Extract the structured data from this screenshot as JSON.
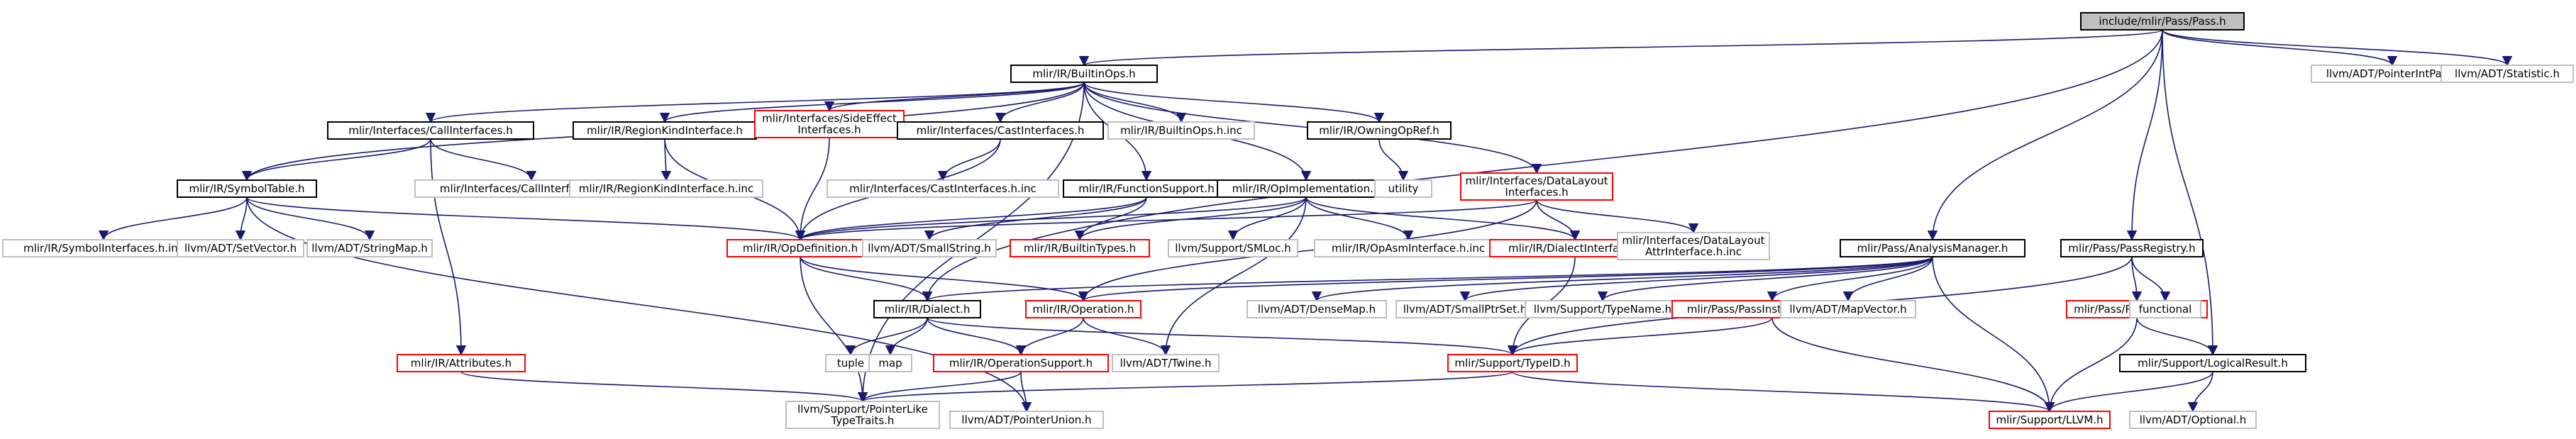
{
  "nodes": [
    {
      "id": "pass_h",
      "lines": [
        "include/mlir/Pass/Pass.h"
      ],
      "kind": "root"
    },
    {
      "id": "builtinops",
      "lines": [
        "mlir/IR/BuiltinOps.h"
      ],
      "kind": "doc"
    },
    {
      "id": "ptrintpair",
      "lines": [
        "llvm/ADT/PointerIntPair.h"
      ],
      "kind": "ext"
    },
    {
      "id": "statistic",
      "lines": [
        "llvm/ADT/Statistic.h"
      ],
      "kind": "ext"
    },
    {
      "id": "callinterfaces",
      "lines": [
        "mlir/Interfaces/CallInterfaces.h"
      ],
      "kind": "doc"
    },
    {
      "id": "regionkind",
      "lines": [
        "mlir/IR/RegionKindInterface.h"
      ],
      "kind": "doc"
    },
    {
      "id": "sideeffect",
      "lines": [
        "mlir/Interfaces/SideEffect",
        "Interfaces.h"
      ],
      "kind": "trunc"
    },
    {
      "id": "castinterfaces",
      "lines": [
        "mlir/Interfaces/CastInterfaces.h"
      ],
      "kind": "doc"
    },
    {
      "id": "builtinops_inc",
      "lines": [
        "mlir/IR/BuiltinOps.h.inc"
      ],
      "kind": "ext"
    },
    {
      "id": "owningopref",
      "lines": [
        "mlir/IR/OwningOpRef.h"
      ],
      "kind": "doc"
    },
    {
      "id": "symboltable",
      "lines": [
        "mlir/IR/SymbolTable.h"
      ],
      "kind": "doc"
    },
    {
      "id": "callinterfaces_inc",
      "lines": [
        "mlir/Interfaces/CallInterfaces.h.inc"
      ],
      "kind": "ext"
    },
    {
      "id": "regionkind_inc",
      "lines": [
        "mlir/IR/RegionKindInterface.h.inc"
      ],
      "kind": "ext"
    },
    {
      "id": "castinterfaces_inc",
      "lines": [
        "mlir/Interfaces/CastInterfaces.h.inc"
      ],
      "kind": "ext"
    },
    {
      "id": "functionsupport",
      "lines": [
        "mlir/IR/FunctionSupport.h"
      ],
      "kind": "doc"
    },
    {
      "id": "opimplementation",
      "lines": [
        "mlir/IR/OpImplementation.h"
      ],
      "kind": "doc"
    },
    {
      "id": "datalayout",
      "lines": [
        "mlir/Interfaces/DataLayout",
        "Interfaces.h"
      ],
      "kind": "trunc"
    },
    {
      "id": "utility",
      "lines": [
        "utility"
      ],
      "kind": "ext"
    },
    {
      "id": "symbolinterfaces_inc",
      "lines": [
        "mlir/IR/SymbolInterfaces.h.inc"
      ],
      "kind": "ext"
    },
    {
      "id": "setvector",
      "lines": [
        "llvm/ADT/SetVector.h"
      ],
      "kind": "ext"
    },
    {
      "id": "stringmap",
      "lines": [
        "llvm/ADT/StringMap.h"
      ],
      "kind": "ext"
    },
    {
      "id": "opdefinition",
      "lines": [
        "mlir/IR/OpDefinition.h"
      ],
      "kind": "trunc"
    },
    {
      "id": "smallstring",
      "lines": [
        "llvm/ADT/SmallString.h"
      ],
      "kind": "ext"
    },
    {
      "id": "builtintypes",
      "lines": [
        "mlir/IR/BuiltinTypes.h"
      ],
      "kind": "trunc"
    },
    {
      "id": "smloc",
      "lines": [
        "llvm/Support/SMLoc.h"
      ],
      "kind": "ext"
    },
    {
      "id": "opasminterface_inc",
      "lines": [
        "mlir/IR/OpAsmInterface.h.inc"
      ],
      "kind": "ext"
    },
    {
      "id": "dialectinterface",
      "lines": [
        "mlir/IR/DialectInterface.h"
      ],
      "kind": "trunc"
    },
    {
      "id": "datalayout_inc",
      "lines": [
        "mlir/Interfaces/DataLayout",
        "AttrInterface.h.inc"
      ],
      "kind": "ext"
    },
    {
      "id": "analysismanager",
      "lines": [
        "mlir/Pass/AnalysisManager.h"
      ],
      "kind": "doc"
    },
    {
      "id": "passregistry",
      "lines": [
        "mlir/Pass/PassRegistry.h"
      ],
      "kind": "doc"
    },
    {
      "id": "dialect",
      "lines": [
        "mlir/IR/Dialect.h"
      ],
      "kind": "doc"
    },
    {
      "id": "operation",
      "lines": [
        "mlir/IR/Operation.h"
      ],
      "kind": "trunc"
    },
    {
      "id": "densemap",
      "lines": [
        "llvm/ADT/DenseMap.h"
      ],
      "kind": "ext"
    },
    {
      "id": "smallptrset",
      "lines": [
        "llvm/ADT/SmallPtrSet.h"
      ],
      "kind": "ext"
    },
    {
      "id": "typename",
      "lines": [
        "llvm/Support/TypeName.h"
      ],
      "kind": "ext"
    },
    {
      "id": "passinstrumentation",
      "lines": [
        "mlir/Pass/PassInstrumentation.h"
      ],
      "kind": "trunc"
    },
    {
      "id": "mapvector",
      "lines": [
        "llvm/ADT/MapVector.h"
      ],
      "kind": "ext"
    },
    {
      "id": "passoptions",
      "lines": [
        "mlir/Pass/PassOptions.h"
      ],
      "kind": "trunc"
    },
    {
      "id": "functional",
      "lines": [
        "functional"
      ],
      "kind": "ext"
    },
    {
      "id": "attributes",
      "lines": [
        "mlir/IR/Attributes.h"
      ],
      "kind": "trunc"
    },
    {
      "id": "tuple",
      "lines": [
        "tuple"
      ],
      "kind": "ext"
    },
    {
      "id": "map",
      "lines": [
        "map"
      ],
      "kind": "ext"
    },
    {
      "id": "operationsupport",
      "lines": [
        "mlir/IR/OperationSupport.h"
      ],
      "kind": "trunc"
    },
    {
      "id": "twine",
      "lines": [
        "llvm/ADT/Twine.h"
      ],
      "kind": "ext"
    },
    {
      "id": "typeid",
      "lines": [
        "mlir/Support/TypeID.h"
      ],
      "kind": "trunc"
    },
    {
      "id": "logicalresult",
      "lines": [
        "mlir/Support/LogicalResult.h"
      ],
      "kind": "doc"
    },
    {
      "id": "pointerlike",
      "lines": [
        "llvm/Support/PointerLike",
        "TypeTraits.h"
      ],
      "kind": "ext"
    },
    {
      "id": "pointerunion",
      "lines": [
        "llvm/ADT/PointerUnion.h"
      ],
      "kind": "ext"
    },
    {
      "id": "llvm_h",
      "lines": [
        "mlir/Support/LLVM.h"
      ],
      "kind": "trunc"
    },
    {
      "id": "optional",
      "lines": [
        "llvm/ADT/Optional.h"
      ],
      "kind": "ext"
    }
  ],
  "edges": [
    [
      "pass_h",
      "builtinops"
    ],
    [
      "pass_h",
      "ptrintpair"
    ],
    [
      "pass_h",
      "statistic"
    ],
    [
      "pass_h",
      "analysismanager"
    ],
    [
      "pass_h",
      "passregistry"
    ],
    [
      "pass_h",
      "logicalresult"
    ],
    [
      "pass_h",
      "dialect"
    ],
    [
      "builtinops",
      "callinterfaces"
    ],
    [
      "builtinops",
      "regionkind"
    ],
    [
      "builtinops",
      "sideeffect"
    ],
    [
      "builtinops",
      "castinterfaces"
    ],
    [
      "builtinops",
      "builtinops_inc"
    ],
    [
      "builtinops",
      "owningopref"
    ],
    [
      "builtinops",
      "symboltable"
    ],
    [
      "builtinops",
      "functionsupport"
    ],
    [
      "builtinops",
      "opimplementation"
    ],
    [
      "builtinops",
      "datalayout"
    ],
    [
      "builtinops",
      "pointerlike"
    ],
    [
      "callinterfaces",
      "symboltable"
    ],
    [
      "callinterfaces",
      "callinterfaces_inc"
    ],
    [
      "callinterfaces",
      "attributes"
    ],
    [
      "regionkind",
      "regionkind_inc"
    ],
    [
      "regionkind",
      "opdefinition"
    ],
    [
      "sideeffect",
      "opdefinition"
    ],
    [
      "castinterfaces",
      "castinterfaces_inc"
    ],
    [
      "castinterfaces",
      "opdefinition"
    ],
    [
      "owningopref",
      "utility"
    ],
    [
      "symboltable",
      "symbolinterfaces_inc"
    ],
    [
      "symboltable",
      "setvector"
    ],
    [
      "symboltable",
      "stringmap"
    ],
    [
      "symboltable",
      "opdefinition"
    ],
    [
      "symboltable",
      "pointerunion"
    ],
    [
      "functionsupport",
      "opdefinition"
    ],
    [
      "functionsupport",
      "smallstring"
    ],
    [
      "functionsupport",
      "builtintypes"
    ],
    [
      "opimplementation",
      "opdefinition"
    ],
    [
      "opimplementation",
      "builtintypes"
    ],
    [
      "opimplementation",
      "smloc"
    ],
    [
      "opimplementation",
      "opasminterface_inc"
    ],
    [
      "opimplementation",
      "dialectinterface"
    ],
    [
      "opimplementation",
      "twine"
    ],
    [
      "datalayout",
      "opdefinition"
    ],
    [
      "datalayout",
      "dialectinterface"
    ],
    [
      "datalayout",
      "datalayout_inc"
    ],
    [
      "datalayout",
      "operation"
    ],
    [
      "opdefinition",
      "dialect"
    ],
    [
      "opdefinition",
      "operation"
    ],
    [
      "opdefinition",
      "pointerlike"
    ],
    [
      "dialectinterface",
      "typeid"
    ],
    [
      "analysismanager",
      "operation"
    ],
    [
      "analysismanager",
      "densemap"
    ],
    [
      "analysismanager",
      "smallptrset"
    ],
    [
      "analysismanager",
      "typename"
    ],
    [
      "analysismanager",
      "passinstrumentation"
    ],
    [
      "analysismanager",
      "mapvector"
    ],
    [
      "analysismanager",
      "llvm_h"
    ],
    [
      "analysismanager",
      "dialect"
    ],
    [
      "passregistry",
      "passoptions"
    ],
    [
      "passregistry",
      "functional"
    ],
    [
      "passregistry",
      "typeid"
    ],
    [
      "passoptions",
      "llvm_h"
    ],
    [
      "passoptions",
      "logicalresult"
    ],
    [
      "dialect",
      "tuple"
    ],
    [
      "dialect",
      "map"
    ],
    [
      "dialect",
      "operationsupport"
    ],
    [
      "dialect",
      "typeid"
    ],
    [
      "operation",
      "operationsupport"
    ],
    [
      "operation",
      "twine"
    ],
    [
      "operationsupport",
      "pointerlike"
    ],
    [
      "operationsupport",
      "pointerunion"
    ],
    [
      "passinstrumentation",
      "typeid"
    ],
    [
      "passinstrumentation",
      "llvm_h"
    ],
    [
      "typeid",
      "pointerlike"
    ],
    [
      "typeid",
      "llvm_h"
    ],
    [
      "attributes",
      "pointerlike"
    ],
    [
      "logicalresult",
      "llvm_h"
    ],
    [
      "logicalresult",
      "optional"
    ]
  ],
  "colors": {
    "edge": "#191970",
    "root_fill": "#bfbfbf",
    "doc_border": "#000000",
    "trunc_border": "#ff0000",
    "ext_border": "#bfbfbf",
    "text": "#000000",
    "ext_text": "#000000"
  }
}
